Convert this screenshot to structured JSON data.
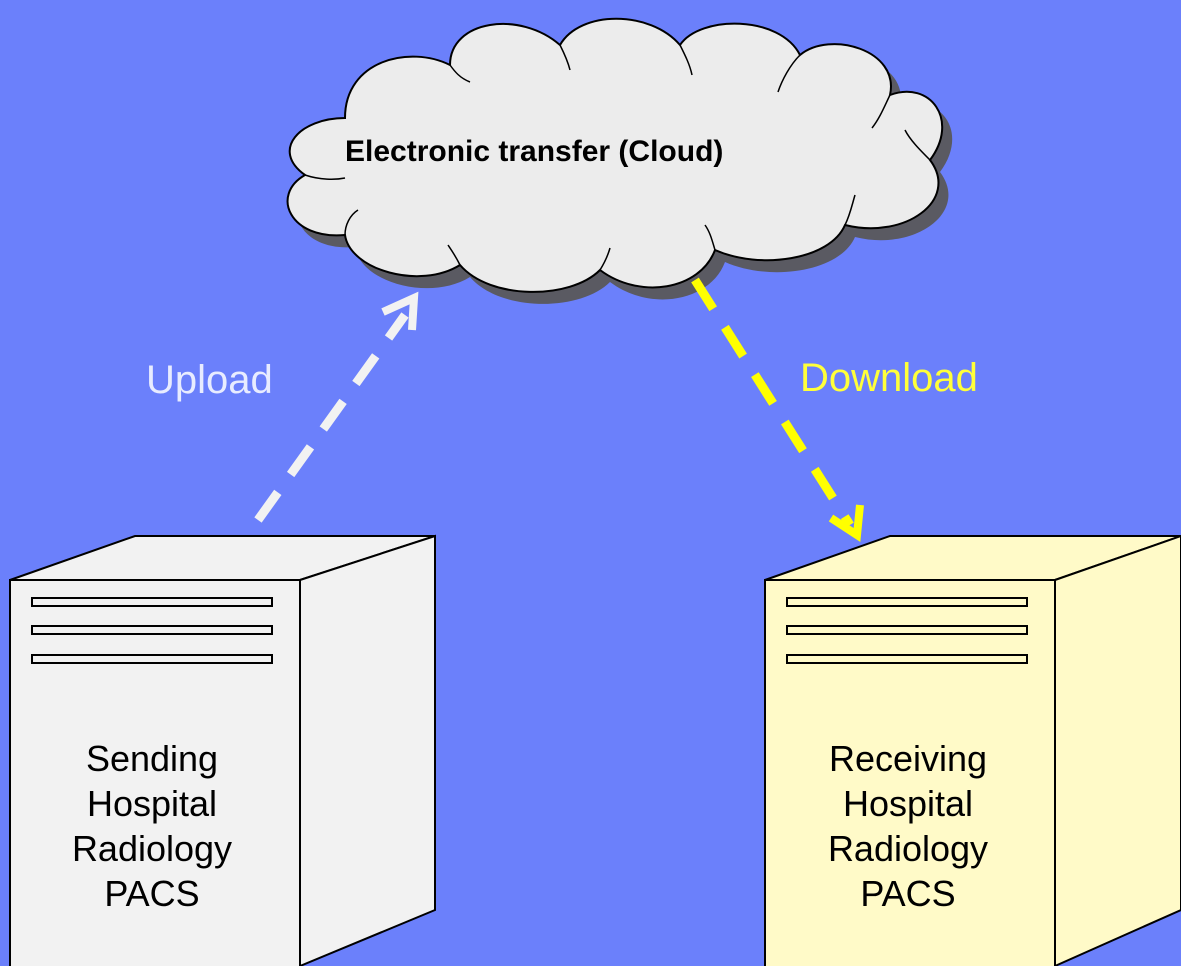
{
  "cloud": {
    "label": "Electronic transfer (Cloud)",
    "fill": "#ececec",
    "shadow": "#5e5e66"
  },
  "upload": {
    "label": "Upload",
    "color": "#f2f2f2"
  },
  "download": {
    "label": "Download",
    "color": "#ffff00"
  },
  "sending_server": {
    "lines": [
      "Sending",
      "Hospital",
      "Radiology",
      "PACS"
    ],
    "fill": "#f2f2f2"
  },
  "receiving_server": {
    "lines": [
      "Receiving",
      "Hospital",
      "Radiology",
      "PACS"
    ],
    "fill": "#fffac8"
  },
  "background": "#6b80fb"
}
